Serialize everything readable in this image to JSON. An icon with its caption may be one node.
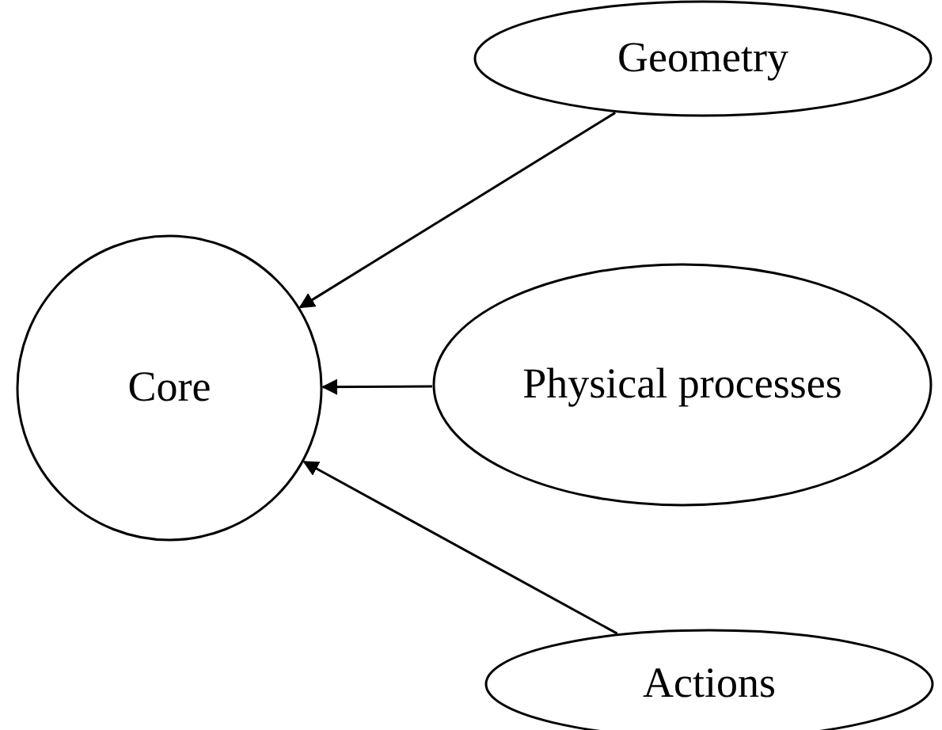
{
  "diagram": {
    "nodes": [
      {
        "text": [
          "Core"
        ]
      },
      {
        "text": [
          "Geometry"
        ]
      },
      {
        "text": [
          "Physical processes"
        ]
      },
      {
        "text": [
          "Actions"
        ]
      }
    ],
    "edges": [
      {
        "from": 1,
        "to": 0,
        "arrow": "to"
      },
      {
        "from": 2,
        "to": 0,
        "arrow": "to"
      },
      {
        "from": 3,
        "to": 0,
        "arrow": "to"
      }
    ]
  }
}
